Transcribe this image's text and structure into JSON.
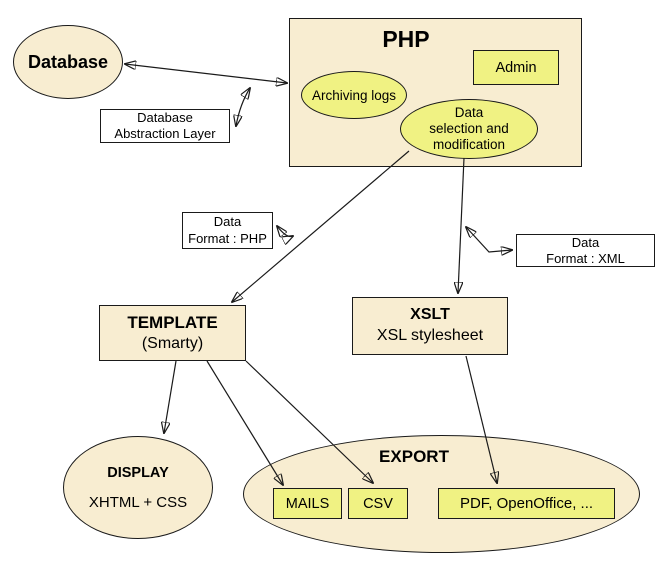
{
  "colors": {
    "cream": "#f8edd1",
    "yellow": "#f0f283",
    "boxwhite": "#ffffff",
    "line": "#1a1a1a"
  },
  "nodes": {
    "database": {
      "label": "Database"
    },
    "php": {
      "title": "PHP"
    },
    "admin": {
      "label": "Admin"
    },
    "archiving_logs": {
      "label": "Archiving logs"
    },
    "data_selection": {
      "lines": [
        "Data",
        "selection and",
        "modification"
      ]
    },
    "db_abstraction": {
      "lines": [
        "Database",
        "Abstraction Layer"
      ]
    },
    "data_format_php": {
      "lines": [
        "Data",
        "Format : PHP"
      ]
    },
    "data_format_xml": {
      "lines": [
        "Data",
        "Format : XML"
      ]
    },
    "template": {
      "lines": [
        "TEMPLATE",
        "(Smarty)"
      ]
    },
    "xslt": {
      "lines": [
        "XSLT",
        "XSL stylesheet"
      ]
    },
    "display": {
      "lines": [
        "DISPLAY",
        "XHTML + CSS"
      ]
    },
    "export": {
      "title": "EXPORT"
    },
    "mails": {
      "label": "MAILS"
    },
    "csv": {
      "label": "CSV"
    },
    "pdf": {
      "label": "PDF, OpenOffice, ..."
    }
  },
  "edges": [
    {
      "from": "database",
      "to": "php",
      "direction": "both"
    },
    {
      "from": "db_abstraction",
      "to": "database-php-link",
      "direction": "both"
    },
    {
      "from": "data_selection",
      "to": "template",
      "direction": "to"
    },
    {
      "from": "data_selection",
      "to": "xslt",
      "direction": "to"
    },
    {
      "from": "data_format_php",
      "to": "data_selection-template-link",
      "direction": "both"
    },
    {
      "from": "data_format_xml",
      "to": "data_selection-xslt-link",
      "direction": "both"
    },
    {
      "from": "template",
      "to": "display",
      "direction": "to"
    },
    {
      "from": "template",
      "to": "mails",
      "direction": "to"
    },
    {
      "from": "template",
      "to": "csv",
      "direction": "to"
    },
    {
      "from": "xslt",
      "to": "pdf",
      "direction": "to"
    }
  ]
}
